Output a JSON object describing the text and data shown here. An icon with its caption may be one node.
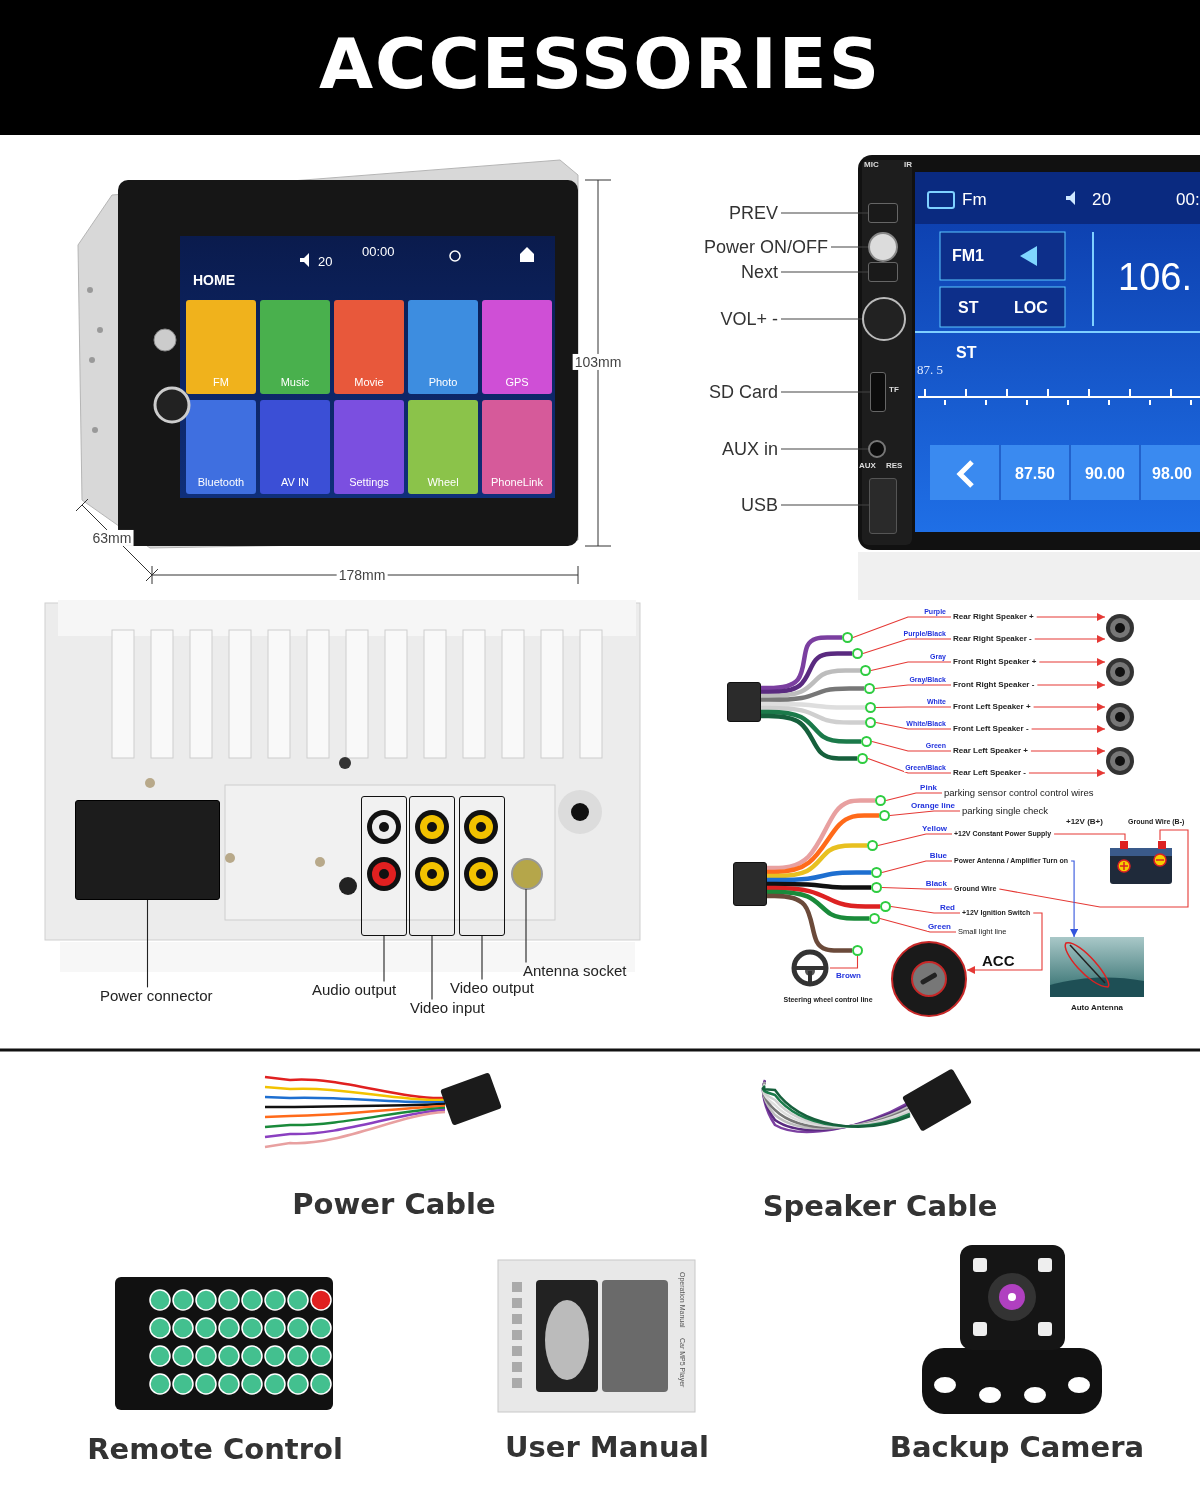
{
  "diagram": {
    "title": "ACCESSORIES",
    "nodes": [
      {
        "text": [
          "PREV"
        ]
      },
      {
        "text": [
          "Power ON/OFF"
        ]
      },
      {
        "text": [
          "Next"
        ]
      },
      {
        "text": [
          "VOL+ -"
        ]
      },
      {
        "text": [
          "SD Card"
        ]
      },
      {
        "text": [
          "AUX in"
        ]
      },
      {
        "text": [
          "USB"
        ]
      },
      {
        "text": [],
        "shape": "box"
      },
      {
        "text": [],
        "shape": "circle"
      },
      {
        "text": [],
        "shape": "box"
      },
      {
        "text": [],
        "shape": "circle"
      },
      {
        "text": [],
        "shape": "box"
      },
      {
        "text": [],
        "shape": "circle"
      },
      {
        "text": [],
        "shape": "box"
      },
      {
        "text": [
          "Power connector"
        ]
      },
      {
        "text": [
          "Audio output"
        ]
      },
      {
        "text": [
          "Video input"
        ]
      },
      {
        "text": [
          "Video output"
        ]
      },
      {
        "text": [
          "Antenna socket"
        ]
      },
      {
        "text": [],
        "shape": "box"
      },
      {
        "text": [],
        "shape": "box"
      },
      {
        "text": [],
        "shape": "box"
      },
      {
        "text": [],
        "shape": "box"
      },
      {
        "text": [],
        "shape": "circle"
      },
      {
        "text": [],
        "shape": "box"
      },
      {
        "text": [
          "Rear Right Speaker +"
        ]
      },
      {
        "text": [
          "Rear Right Speaker -"
        ]
      },
      {
        "text": [
          "Front Right Speaker +"
        ]
      },
      {
        "text": [
          "Front Right Speaker -"
        ]
      },
      {
        "text": [
          "Front Left Speaker +"
        ]
      },
      {
        "text": [
          "Front Left Speaker -"
        ]
      },
      {
        "text": [
          "Rear Left Speaker +"
        ]
      },
      {
        "text": [
          "Rear Left Speaker -"
        ]
      },
      {
        "text": [],
        "shape": "speaker"
      },
      {
        "text": [],
        "shape": "speaker"
      },
      {
        "text": [],
        "shape": "speaker"
      },
      {
        "text": [],
        "shape": "speaker"
      },
      {
        "text": [],
        "shape": "box"
      },
      {
        "text": [
          "parking sensor control control wires"
        ]
      },
      {
        "text": [
          "parking single check"
        ]
      },
      {
        "text": [
          "+12V Constant Power Supply"
        ]
      },
      {
        "text": [
          "Power Antenna / Amplifier Turn on"
        ]
      },
      {
        "text": [
          "Ground Wire"
        ]
      },
      {
        "text": [
          "+12V Ignition Switch"
        ]
      },
      {
        "text": [
          "Small light line"
        ]
      },
      {
        "text": [],
        "shape": "picture",
        "beside": [
          "Ground Wire (B-)"
        ]
      },
      {
        "text": [],
        "shape": "picture",
        "beside": [
          "ACC"
        ]
      },
      {
        "text": [],
        "shape": "picture",
        "beside": [
          "Auto Antenna"
        ]
      },
      {
        "text": [],
        "shape": "picture",
        "beside": [
          "Steering wheel control line"
        ]
      },
      {
        "text": [],
        "shape": "circle"
      },
      {
        "text": [],
        "shape": "circle"
      },
      {
        "text": [],
        "shape": "circle"
      },
      {
        "text": [],
        "shape": "circle"
      },
      {
        "text": [],
        "shape": "circle"
      },
      {
        "text": [],
        "shape": "circle"
      },
      {
        "text": [],
        "shape": "circle"
      },
      {
        "text": [],
        "shape": "circle"
      },
      {
        "text": [],
        "shape": "circle"
      },
      {
        "text": [],
        "shape": "circle"
      },
      {
        "text": [],
        "shape": "circle"
      },
      {
        "text": [],
        "shape": "circle"
      },
      {
        "text": [],
        "shape": "circle"
      },
      {
        "text": [],
        "shape": "circle"
      },
      {
        "text": [],
        "shape": "circle"
      },
      {
        "text": [],
        "shape": "circle"
      }
    ],
    "edges": [
      {
        "from": 0,
        "to": 7,
        "arrow": "none",
        "color": "#444444"
      },
      {
        "from": 1,
        "to": 8,
        "arrow": "none",
        "color": "#444444"
      },
      {
        "from": 2,
        "to": 9,
        "arrow": "none",
        "color": "#444444"
      },
      {
        "from": 3,
        "to": 10,
        "arrow": "none",
        "color": "#444444"
      },
      {
        "from": 4,
        "to": 11,
        "arrow": "none",
        "color": "#444444"
      },
      {
        "from": 5,
        "to": 12,
        "arrow": "none",
        "color": "#444444"
      },
      {
        "from": 6,
        "to": 13,
        "arrow": "none",
        "color": "#444444"
      },
      {
        "from": 14,
        "to": 19,
        "arrow": "none",
        "color": "#222222"
      },
      {
        "from": 15,
        "to": 20,
        "arrow": "none",
        "color": "#222222"
      },
      {
        "from": 16,
        "to": 21,
        "arrow": "none",
        "color": "#222222"
      },
      {
        "from": 17,
        "to": 22,
        "arrow": "none",
        "color": "#222222"
      },
      {
        "from": 18,
        "to": 23,
        "arrow": "none",
        "color": "#222222"
      },
      {
        "from": 25,
        "to": 49,
        "arrow": "none",
        "label": "Purple"
      },
      {
        "from": 26,
        "to": 50,
        "arrow": "none",
        "label": "Purple/Black"
      },
      {
        "from": 27,
        "to": 51,
        "arrow": "none",
        "label": "Gray"
      },
      {
        "from": 28,
        "to": 52,
        "arrow": "none",
        "label": "Gray/Black"
      },
      {
        "from": 29,
        "to": 53,
        "arrow": "none",
        "label": "White"
      },
      {
        "from": 30,
        "to": 54,
        "arrow": "none",
        "label": "White/Black"
      },
      {
        "from": 31,
        "to": 55,
        "arrow": "none",
        "label": "Green"
      },
      {
        "from": 32,
        "to": 56,
        "arrow": "none",
        "label": "Green/Black"
      },
      {
        "from": 25,
        "to": 33,
        "arrow": "to"
      },
      {
        "from": 26,
        "to": 33,
        "arrow": "to"
      },
      {
        "from": 27,
        "to": 34,
        "arrow": "to"
      },
      {
        "from": 28,
        "to": 34,
        "arrow": "to"
      },
      {
        "from": 29,
        "to": 35,
        "arrow": "to"
      },
      {
        "from": 30,
        "to": 35,
        "arrow": "to"
      },
      {
        "from": 31,
        "to": 36,
        "arrow": "to"
      },
      {
        "from": 32,
        "to": 36,
        "arrow": "to"
      },
      {
        "from": 38,
        "to": 57,
        "arrow": "none",
        "label": "Pink"
      },
      {
        "from": 39,
        "to": 58,
        "arrow": "none",
        "label": "Orange line"
      },
      {
        "from": 40,
        "to": 59,
        "arrow": "none",
        "label": "Yellow"
      },
      {
        "from": 41,
        "to": 60,
        "arrow": "none",
        "label": "Blue"
      },
      {
        "from": 42,
        "to": 61,
        "arrow": "none",
        "label": "Black"
      },
      {
        "from": 43,
        "to": 62,
        "arrow": "none",
        "label": "Red"
      },
      {
        "from": 44,
        "to": 63,
        "arrow": "none",
        "label": "Green"
      },
      {
        "from": 64,
        "to": 48,
        "arrow": "none",
        "label": "Brown"
      },
      {
        "from": 40,
        "to": 45,
        "arrow": "none"
      },
      {
        "from": 42,
        "to": 45,
        "arrow": "none"
      },
      {
        "from": 41,
        "to": 47,
        "arrow": "to",
        "color": "#3355dd"
      },
      {
        "from": 43,
        "to": 46,
        "arrow": "to"
      },
      {
        "from": 24,
        "to": 49,
        "arrow": "none",
        "style": "thick",
        "color": "#7b3fa0"
      },
      {
        "from": 24,
        "to": 50,
        "arrow": "none",
        "style": "thick",
        "color": "#5a2a80"
      },
      {
        "from": 24,
        "to": 51,
        "arrow": "none",
        "style": "thick",
        "color": "#bdbdbd"
      },
      {
        "from": 24,
        "to": 52,
        "arrow": "none",
        "style": "thick",
        "color": "#777777"
      },
      {
        "from": 24,
        "to": 53,
        "arrow": "none",
        "style": "thick",
        "color": "#dedede"
      },
      {
        "from": 24,
        "to": 54,
        "arrow": "none",
        "style": "thick",
        "color": "#cfcfcf"
      },
      {
        "from": 24,
        "to": 55,
        "arrow": "none",
        "style": "thick",
        "color": "#1b7a4a"
      },
      {
        "from": 24,
        "to": 56,
        "arrow": "none",
        "style": "thick",
        "color": "#16603c"
      },
      {
        "from": 37,
        "to": 57,
        "arrow": "none",
        "style": "thick",
        "color": "#e8a0a0"
      },
      {
        "from": 37,
        "to": 58,
        "arrow": "none",
        "style": "thick",
        "color": "#ff6a1a"
      },
      {
        "from": 37,
        "to": 59,
        "arrow": "none",
        "style": "thick",
        "color": "#e8c020"
      },
      {
        "from": 37,
        "to": 60,
        "arrow": "none",
        "style": "thick",
        "color": "#1e6fd0"
      },
      {
        "from": 37,
        "to": 61,
        "arrow": "none",
        "style": "thick",
        "color": "#111111"
      },
      {
        "from": 37,
        "to": 62,
        "arrow": "none",
        "style": "thick",
        "color": "#dd2222"
      },
      {
        "from": 37,
        "to": 63,
        "arrow": "none",
        "style": "thick",
        "color": "#1a8a3a"
      },
      {
        "from": 37,
        "to": 64,
        "arrow": "none",
        "style": "thick",
        "color": "#6b4a3a"
      }
    ],
    "labels": [
      "HOME",
      "20",
      "00:00",
      "FM",
      "Music",
      "Movie",
      "Photo",
      "GPS",
      "Bluetooth",
      "AV IN",
      "Settings",
      "Wheel",
      "PhoneLink",
      "103mm",
      "178mm",
      "63mm",
      "MIC",
      "IR",
      "Fm",
      "20",
      "00:",
      "FM1",
      "ST",
      "LOC",
      "106.",
      "ST",
      "87. 5",
      "87.50",
      "90.00",
      "98.00",
      "TF",
      "AUX",
      "RES",
      "Power Cable",
      "Speaker Cable",
      "Operation Manual",
      "Car MP5 Player",
      "Remote Control",
      "User Manual",
      "Backup Camera",
      "+12V (B+)"
    ]
  }
}
